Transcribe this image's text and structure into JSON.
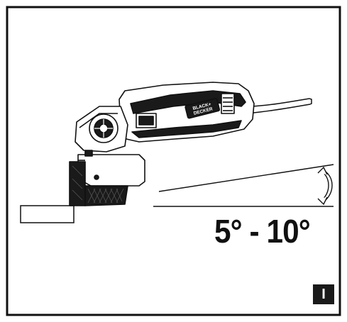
{
  "figure": {
    "angle_range": "5° - 10°",
    "figure_letter": "I",
    "brand_logo": "BLACK+DECKER"
  },
  "colors": {
    "ink": "#111111",
    "background": "#ffffff",
    "badge": "#1a1a1a"
  }
}
